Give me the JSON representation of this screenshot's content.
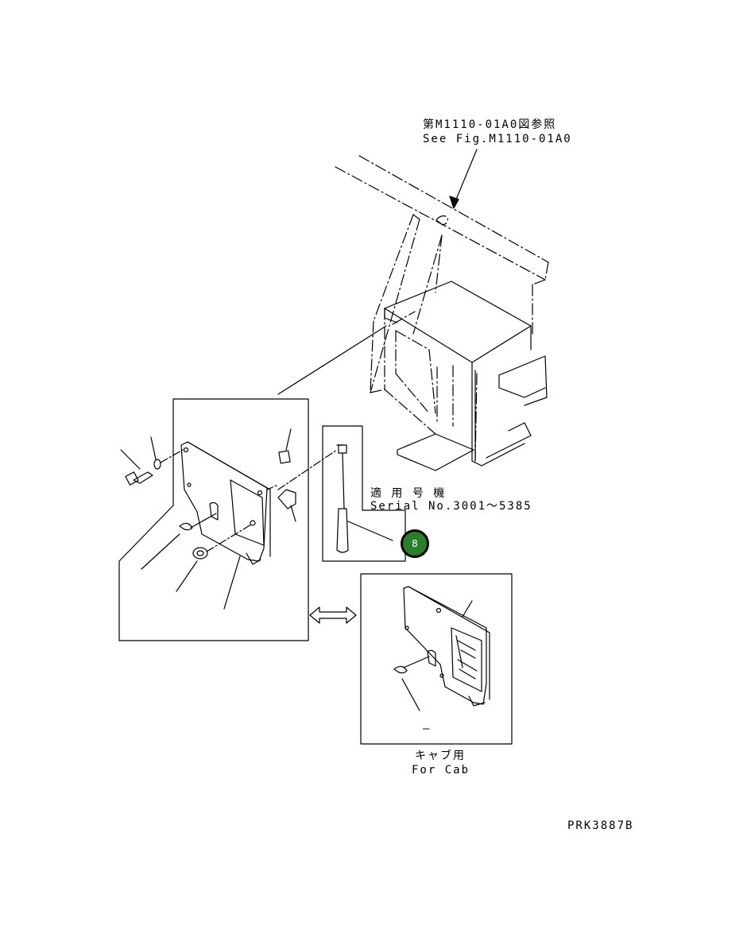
{
  "reference": {
    "line1": "第M1110-01A0図参照",
    "line2": "See Fig.M1110-01A0"
  },
  "serial": {
    "line1": "適 用 号 機",
    "line2": "Serial No.3001～5385"
  },
  "badge": {
    "label": "8",
    "color": "#2a7f2a"
  },
  "cab_variant": {
    "line1": "キャブ用",
    "line2": "For Cab",
    "item_mark": "–"
  },
  "drawing_code": "PRK3887B"
}
